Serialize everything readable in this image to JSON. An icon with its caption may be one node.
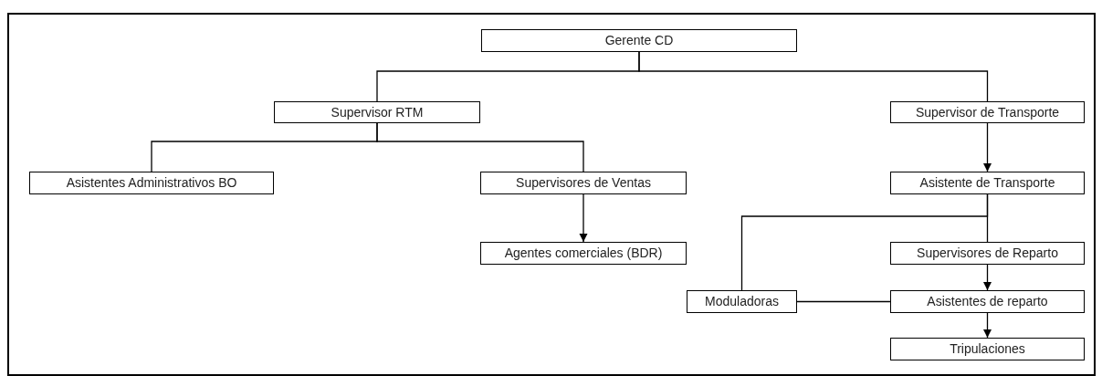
{
  "diagram": {
    "nodes": [
      {
        "text": [
          "Gerente CD"
        ]
      },
      {
        "text": [
          "Supervisor RTM"
        ]
      },
      {
        "text": [
          "Supervisor de Transporte"
        ]
      },
      {
        "text": [
          "Asistentes Administrativos BO"
        ]
      },
      {
        "text": [
          "Supervisores de Ventas"
        ]
      },
      {
        "text": [
          "Agentes comerciales (BDR)"
        ]
      },
      {
        "text": [
          "Asistente de Transporte"
        ]
      },
      {
        "text": [
          "Supervisores de Reparto"
        ]
      },
      {
        "text": [
          "Moduladoras"
        ]
      },
      {
        "text": [
          "Asistentes de reparto"
        ]
      },
      {
        "text": [
          "Tripulaciones"
        ]
      }
    ],
    "edges": [
      {
        "from": 0,
        "to": 1,
        "arrow": "none"
      },
      {
        "from": 0,
        "to": 2,
        "arrow": "none"
      },
      {
        "from": 1,
        "to": 3,
        "arrow": "none"
      },
      {
        "from": 1,
        "to": 4,
        "arrow": "none"
      },
      {
        "from": 4,
        "to": 5,
        "arrow": "to"
      },
      {
        "from": 2,
        "to": 6,
        "arrow": "to"
      },
      {
        "from": 6,
        "to": 7,
        "arrow": "none"
      },
      {
        "from": 6,
        "to": 8,
        "arrow": "none"
      },
      {
        "from": 7,
        "to": 9,
        "arrow": "to"
      },
      {
        "from": 8,
        "to": 9,
        "arrow": "none"
      },
      {
        "from": 9,
        "to": 10,
        "arrow": "to"
      }
    ]
  }
}
